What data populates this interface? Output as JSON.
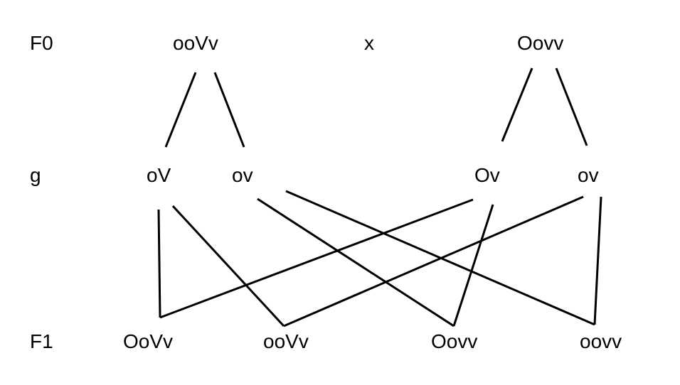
{
  "rows": {
    "f0": "F0",
    "g": "g",
    "f1": "F1"
  },
  "parents": {
    "left": "ooVv",
    "cross": "x",
    "right": "Oovv"
  },
  "gametes": {
    "left_1": "oV",
    "left_2": "ov",
    "right_1": "Ov",
    "right_2": "ov"
  },
  "offspring": [
    "OoVv",
    "ooVv",
    "Oovv",
    "oovv"
  ],
  "colors": {
    "background": "#ffffff",
    "ink": "#000000"
  }
}
